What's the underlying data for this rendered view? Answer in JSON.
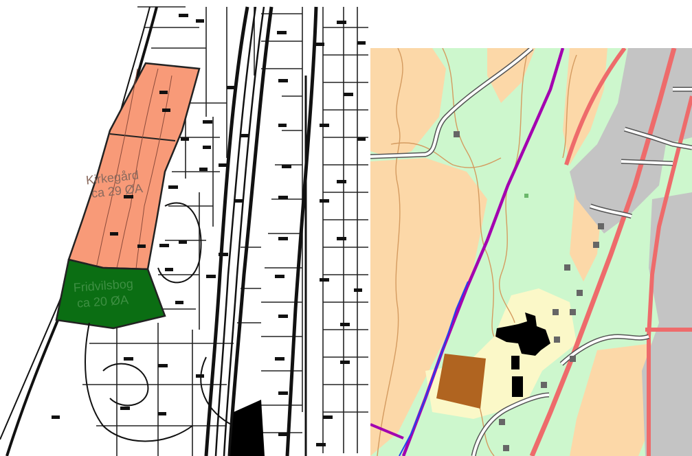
{
  "left_map": {
    "zone_red_label_line1": "Kirkegård",
    "zone_red_label_line2": "ca 29 ØA",
    "zone_green_label_line1": "Fridvilsbog",
    "zone_green_label_line2": "ca 20 ØA",
    "zone_red_color": "#f89a78",
    "zone_green_color": "#0b6e13"
  },
  "right_map": {
    "colors": {
      "open_land": "#cdf7cd",
      "farmland": "#fcd8a8",
      "built_area": "#c4c4c4",
      "yard": "#fbf8c8",
      "main_road": "#ee6b6b",
      "boundary": "#a300b0",
      "stream": "#2244ee",
      "contour": "#d49b60",
      "building": "#000000",
      "brown_building": "#b06420"
    }
  }
}
